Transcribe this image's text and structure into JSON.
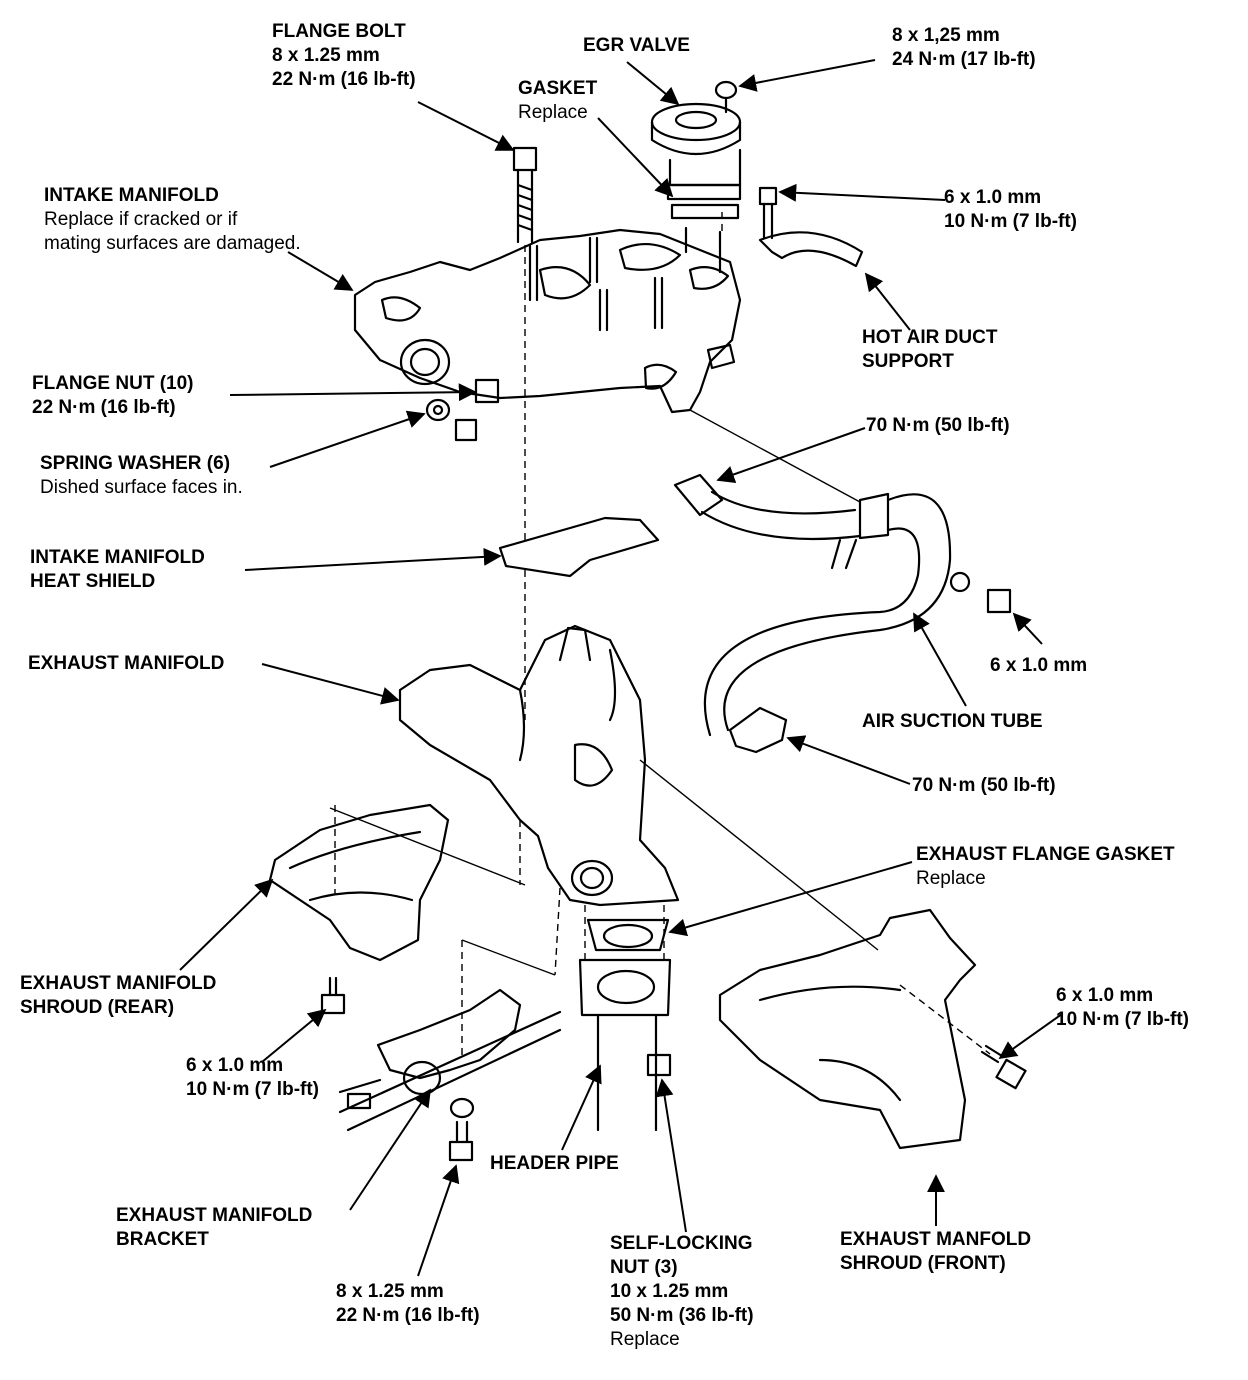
{
  "labels": {
    "flange_bolt": {
      "title": "FLANGE BOLT",
      "spec1": "8 x 1.25 mm",
      "spec2": "22 N·m (16 lb-ft)"
    },
    "egr_valve": {
      "title": "EGR VALVE"
    },
    "egr_nut": {
      "spec1": "8 x 1,25 mm",
      "spec2": "24 N·m (17 lb-ft)"
    },
    "gasket": {
      "title": "GASKET",
      "note": "Replace"
    },
    "intake_manifold": {
      "title": "INTAKE MANIFOLD",
      "note1": "Replace if cracked or if",
      "note2": "mating surfaces are damaged."
    },
    "duct_bolt": {
      "spec1": "6 x 1.0 mm",
      "spec2": "10 N·m (7 lb-ft)"
    },
    "hot_air_duct_support": {
      "line1": "HOT AIR DUCT",
      "line2": "SUPPORT"
    },
    "flange_nut": {
      "title": "FLANGE NUT (10)",
      "spec": "22 N·m (16 lb-ft)"
    },
    "tube_torque_top": {
      "spec": "70 N·m (50 lb-ft)"
    },
    "spring_washer": {
      "title": "SPRING WASHER (6)",
      "note": "Dished surface faces in."
    },
    "intake_heat_shield": {
      "line1": "INTAKE MANIFOLD",
      "line2": "HEAT SHIELD"
    },
    "tube_bolt": {
      "spec": "6 x 1.0 mm"
    },
    "exhaust_manifold": {
      "title": "EXHAUST MANIFOLD"
    },
    "air_suction_tube": {
      "title": "AIR SUCTION TUBE"
    },
    "tube_torque_bottom": {
      "spec": "70 N·m (50 lb-ft)"
    },
    "exhaust_flange_gasket": {
      "title": "EXHAUST FLANGE GASKET",
      "note": "Replace"
    },
    "shroud_rear": {
      "line1": "EXHAUST MANIFOLD",
      "line2": "SHROUD (REAR)"
    },
    "front_shroud_bolt": {
      "spec1": "6 x 1.0 mm",
      "spec2": "10 N·m (7 lb-ft)"
    },
    "rear_shroud_bolt": {
      "spec1": "6 x 1.0 mm",
      "spec2": "10 N·m (7 lb-ft)"
    },
    "header_pipe": {
      "title": "HEADER PIPE"
    },
    "bracket": {
      "line1": "EXHAUST MANIFOLD",
      "line2": "BRACKET"
    },
    "self_locking_nut": {
      "line1": "SELF-LOCKING",
      "line2": "NUT (3)",
      "spec1": "10 x 1.25 mm",
      "spec2": "50 N·m (36 lb-ft)",
      "note": "Replace"
    },
    "shroud_front": {
      "line1": "EXHAUST MANFOLD",
      "line2": "SHROUD (FRONT)"
    },
    "bracket_bolt": {
      "spec1": "8 x 1.25 mm",
      "spec2": "22 N·m (16 lb-ft)"
    }
  }
}
